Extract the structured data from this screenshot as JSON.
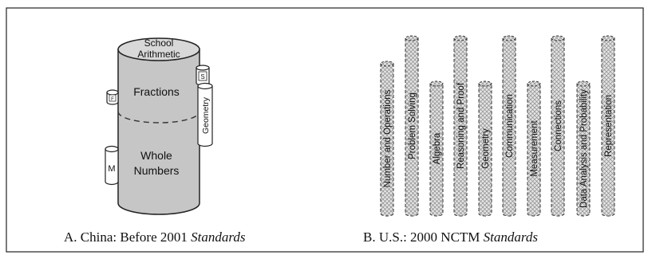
{
  "panel_a": {
    "main_cylinder_top": [
      "School",
      "Arithmetic"
    ],
    "upper_label": "Fractions",
    "lower_label": [
      "Whole",
      "Numbers"
    ],
    "side_cylinders": {
      "s": "S",
      "f": "F",
      "m": "M",
      "geometry": "Geometry"
    },
    "caption_prefix": "A. China: Before 2001 ",
    "caption_italic": "Standards"
  },
  "panel_b": {
    "strands": [
      "Number and Operations",
      "Problem Solving",
      "Algebra",
      "Reasoning and Proof",
      "Geometry",
      "Communication",
      "Measurement",
      "Connections",
      "Data Analysis and Probability",
      "Representation"
    ],
    "caption_prefix": "B. U.S.: 2000 NCTM ",
    "caption_italic": "Standards"
  },
  "colors": {
    "border": "#222222",
    "cylinder_fill": "#c8c8c8",
    "cylinder_top": "#dcdcdc",
    "hatch": "#9a9a9a"
  }
}
